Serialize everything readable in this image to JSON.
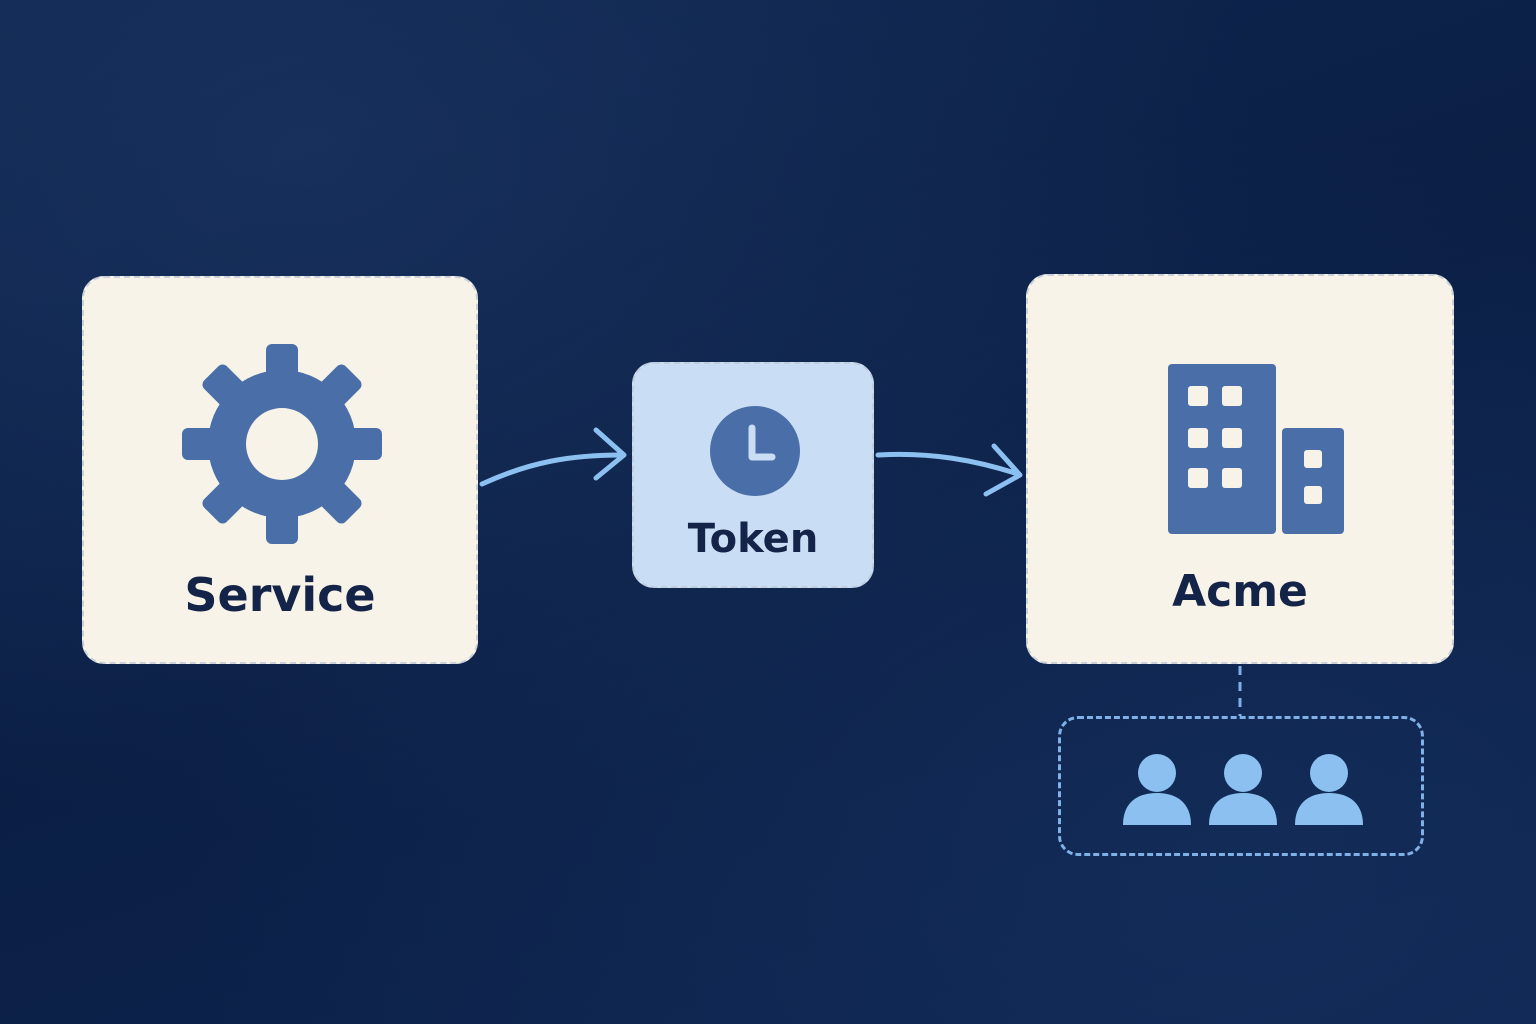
{
  "nodes": {
    "service": {
      "label": "Service",
      "icon": "gear-icon"
    },
    "token": {
      "label": "Token",
      "icon": "clock-icon"
    },
    "acme": {
      "label": "Acme",
      "icon": "building-icon"
    },
    "users": {
      "icon": "users-icon",
      "count": 3
    }
  },
  "colors": {
    "background": "#0c2149",
    "card_light": "#f7f3e8",
    "card_blue": "#c9def5",
    "icon_blue": "#4a6ea8",
    "arrow": "#8cc0f0",
    "text": "#142448"
  }
}
